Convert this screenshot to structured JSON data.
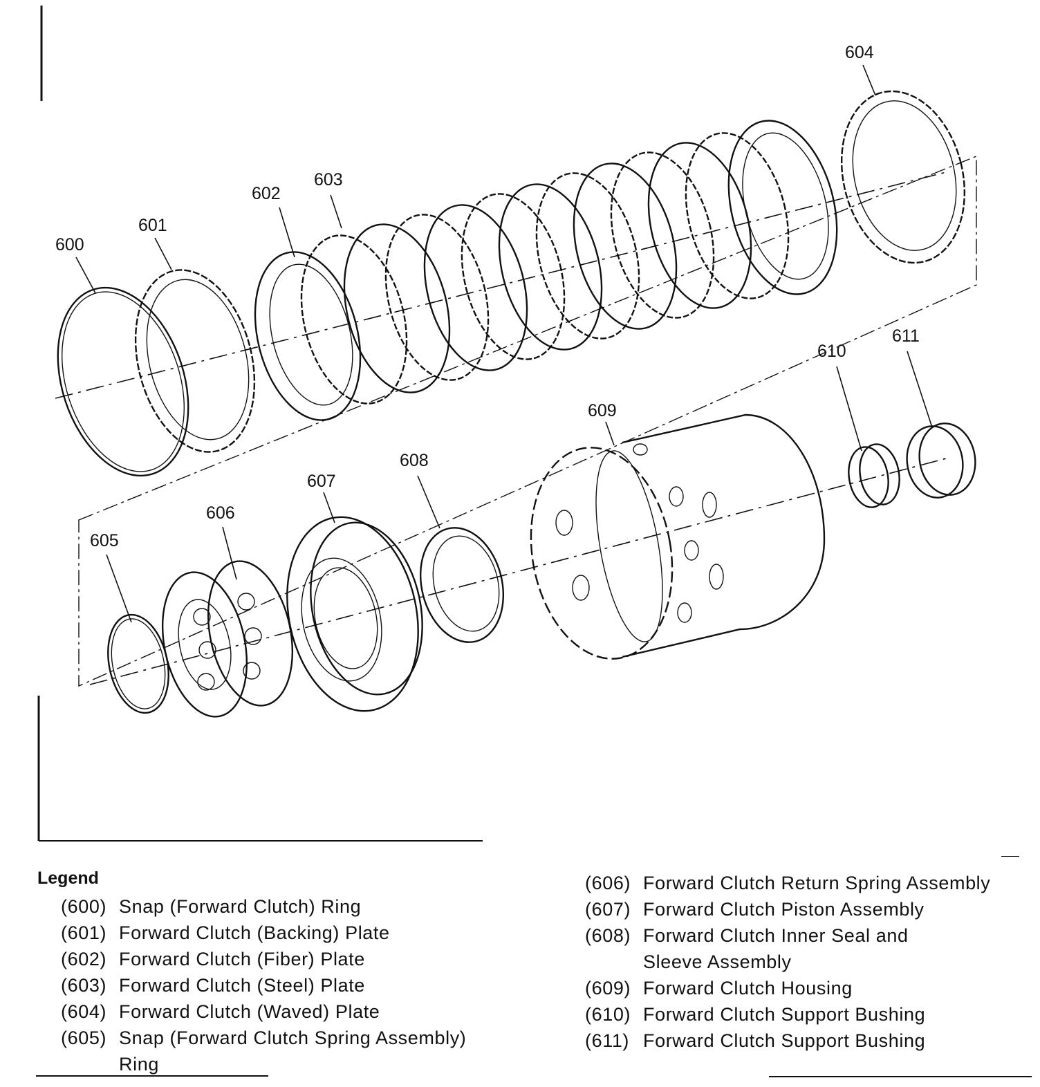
{
  "callouts": [
    {
      "id": "600",
      "label": "600"
    },
    {
      "id": "601",
      "label": "601"
    },
    {
      "id": "602",
      "label": "602"
    },
    {
      "id": "603",
      "label": "603"
    },
    {
      "id": "604",
      "label": "604"
    },
    {
      "id": "605",
      "label": "605"
    },
    {
      "id": "606",
      "label": "606"
    },
    {
      "id": "607",
      "label": "607"
    },
    {
      "id": "608",
      "label": "608"
    },
    {
      "id": "609",
      "label": "609"
    },
    {
      "id": "610",
      "label": "610"
    },
    {
      "id": "611",
      "label": "611"
    }
  ],
  "legend": {
    "title": "Legend",
    "left": [
      {
        "num": "(600)",
        "text": "Snap (Forward Clutch) Ring"
      },
      {
        "num": "(601)",
        "text": "Forward Clutch (Backing) Plate"
      },
      {
        "num": "(602)",
        "text": "Forward Clutch (Fiber) Plate"
      },
      {
        "num": "(603)",
        "text": "Forward Clutch (Steel) Plate"
      },
      {
        "num": "(604)",
        "text": "Forward Clutch (Waved) Plate"
      },
      {
        "num": "(605)",
        "text": "Snap (Forward Clutch Spring Assembly)\nRing"
      }
    ],
    "right": [
      {
        "num": "(606)",
        "text": "Forward Clutch Return Spring Assembly"
      },
      {
        "num": "(607)",
        "text": "Forward Clutch Piston Assembly"
      },
      {
        "num": "(608)",
        "text": "Forward Clutch Inner Seal and\nSleeve Assembly"
      },
      {
        "num": "(609)",
        "text": "Forward Clutch Housing"
      },
      {
        "num": "(610)",
        "text": "Forward Clutch Support Bushing"
      },
      {
        "num": "(611)",
        "text": "Forward Clutch Support Bushing"
      }
    ]
  }
}
